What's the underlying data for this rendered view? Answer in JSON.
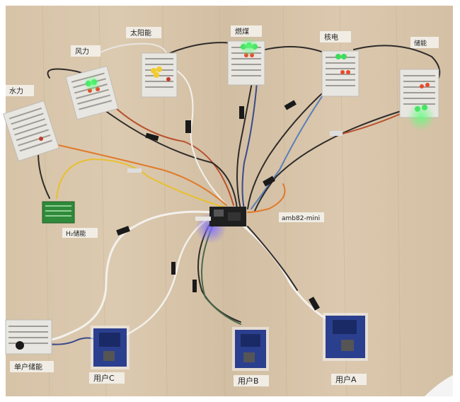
{
  "labels": {
    "water": "水力",
    "wind": "风力",
    "solar": "太阳能",
    "coal": "燃煤",
    "nuclear": "核电",
    "storage": "储能",
    "hydrogen": "H₂储能",
    "hub": "amb82-mini",
    "single_storage": "单户储能",
    "user_c": "用户C",
    "user_b": "用户B",
    "user_a": "用户A"
  },
  "colors": {
    "wood": "#d9c7ad",
    "board": "#e8e6e1",
    "led_green": "#3ddc5a",
    "led_red": "#e8492a",
    "led_yellow": "#f2cc2b",
    "pcb_blue": "#2b3f8f",
    "wire_dark": "#2e2b2a",
    "wire_red": "#b8512e",
    "wire_white": "#f3f1ec"
  }
}
